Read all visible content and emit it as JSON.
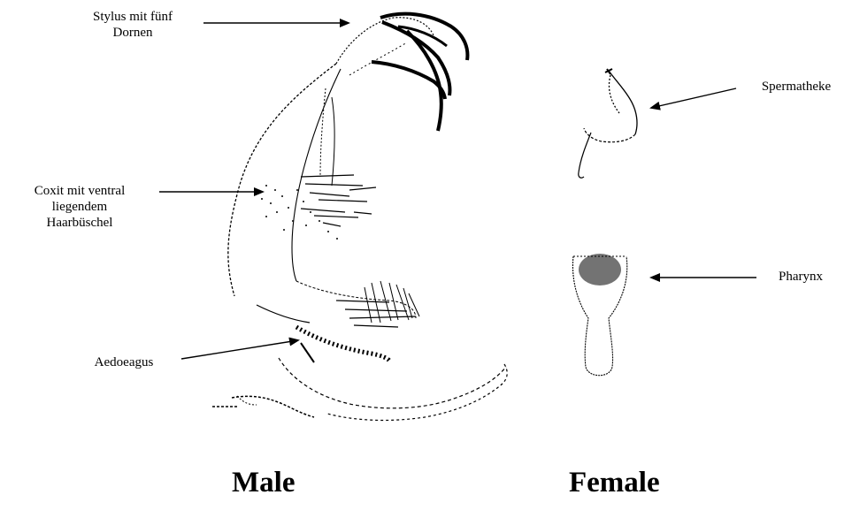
{
  "labels": {
    "stylus_line1": "Stylus mit fünf",
    "stylus_line2": "Dornen",
    "coxit_line1": "Coxit mit ventral",
    "coxit_line2": "liegendem",
    "coxit_line3": "Haarbüschel",
    "aedoeagus": "Aedoeagus",
    "spermatheke": "Spermatheke",
    "pharynx": "Pharynx"
  },
  "captions": {
    "male": "Male",
    "female": "Female"
  },
  "colors": {
    "ink": "#000000",
    "background": "#ffffff"
  }
}
